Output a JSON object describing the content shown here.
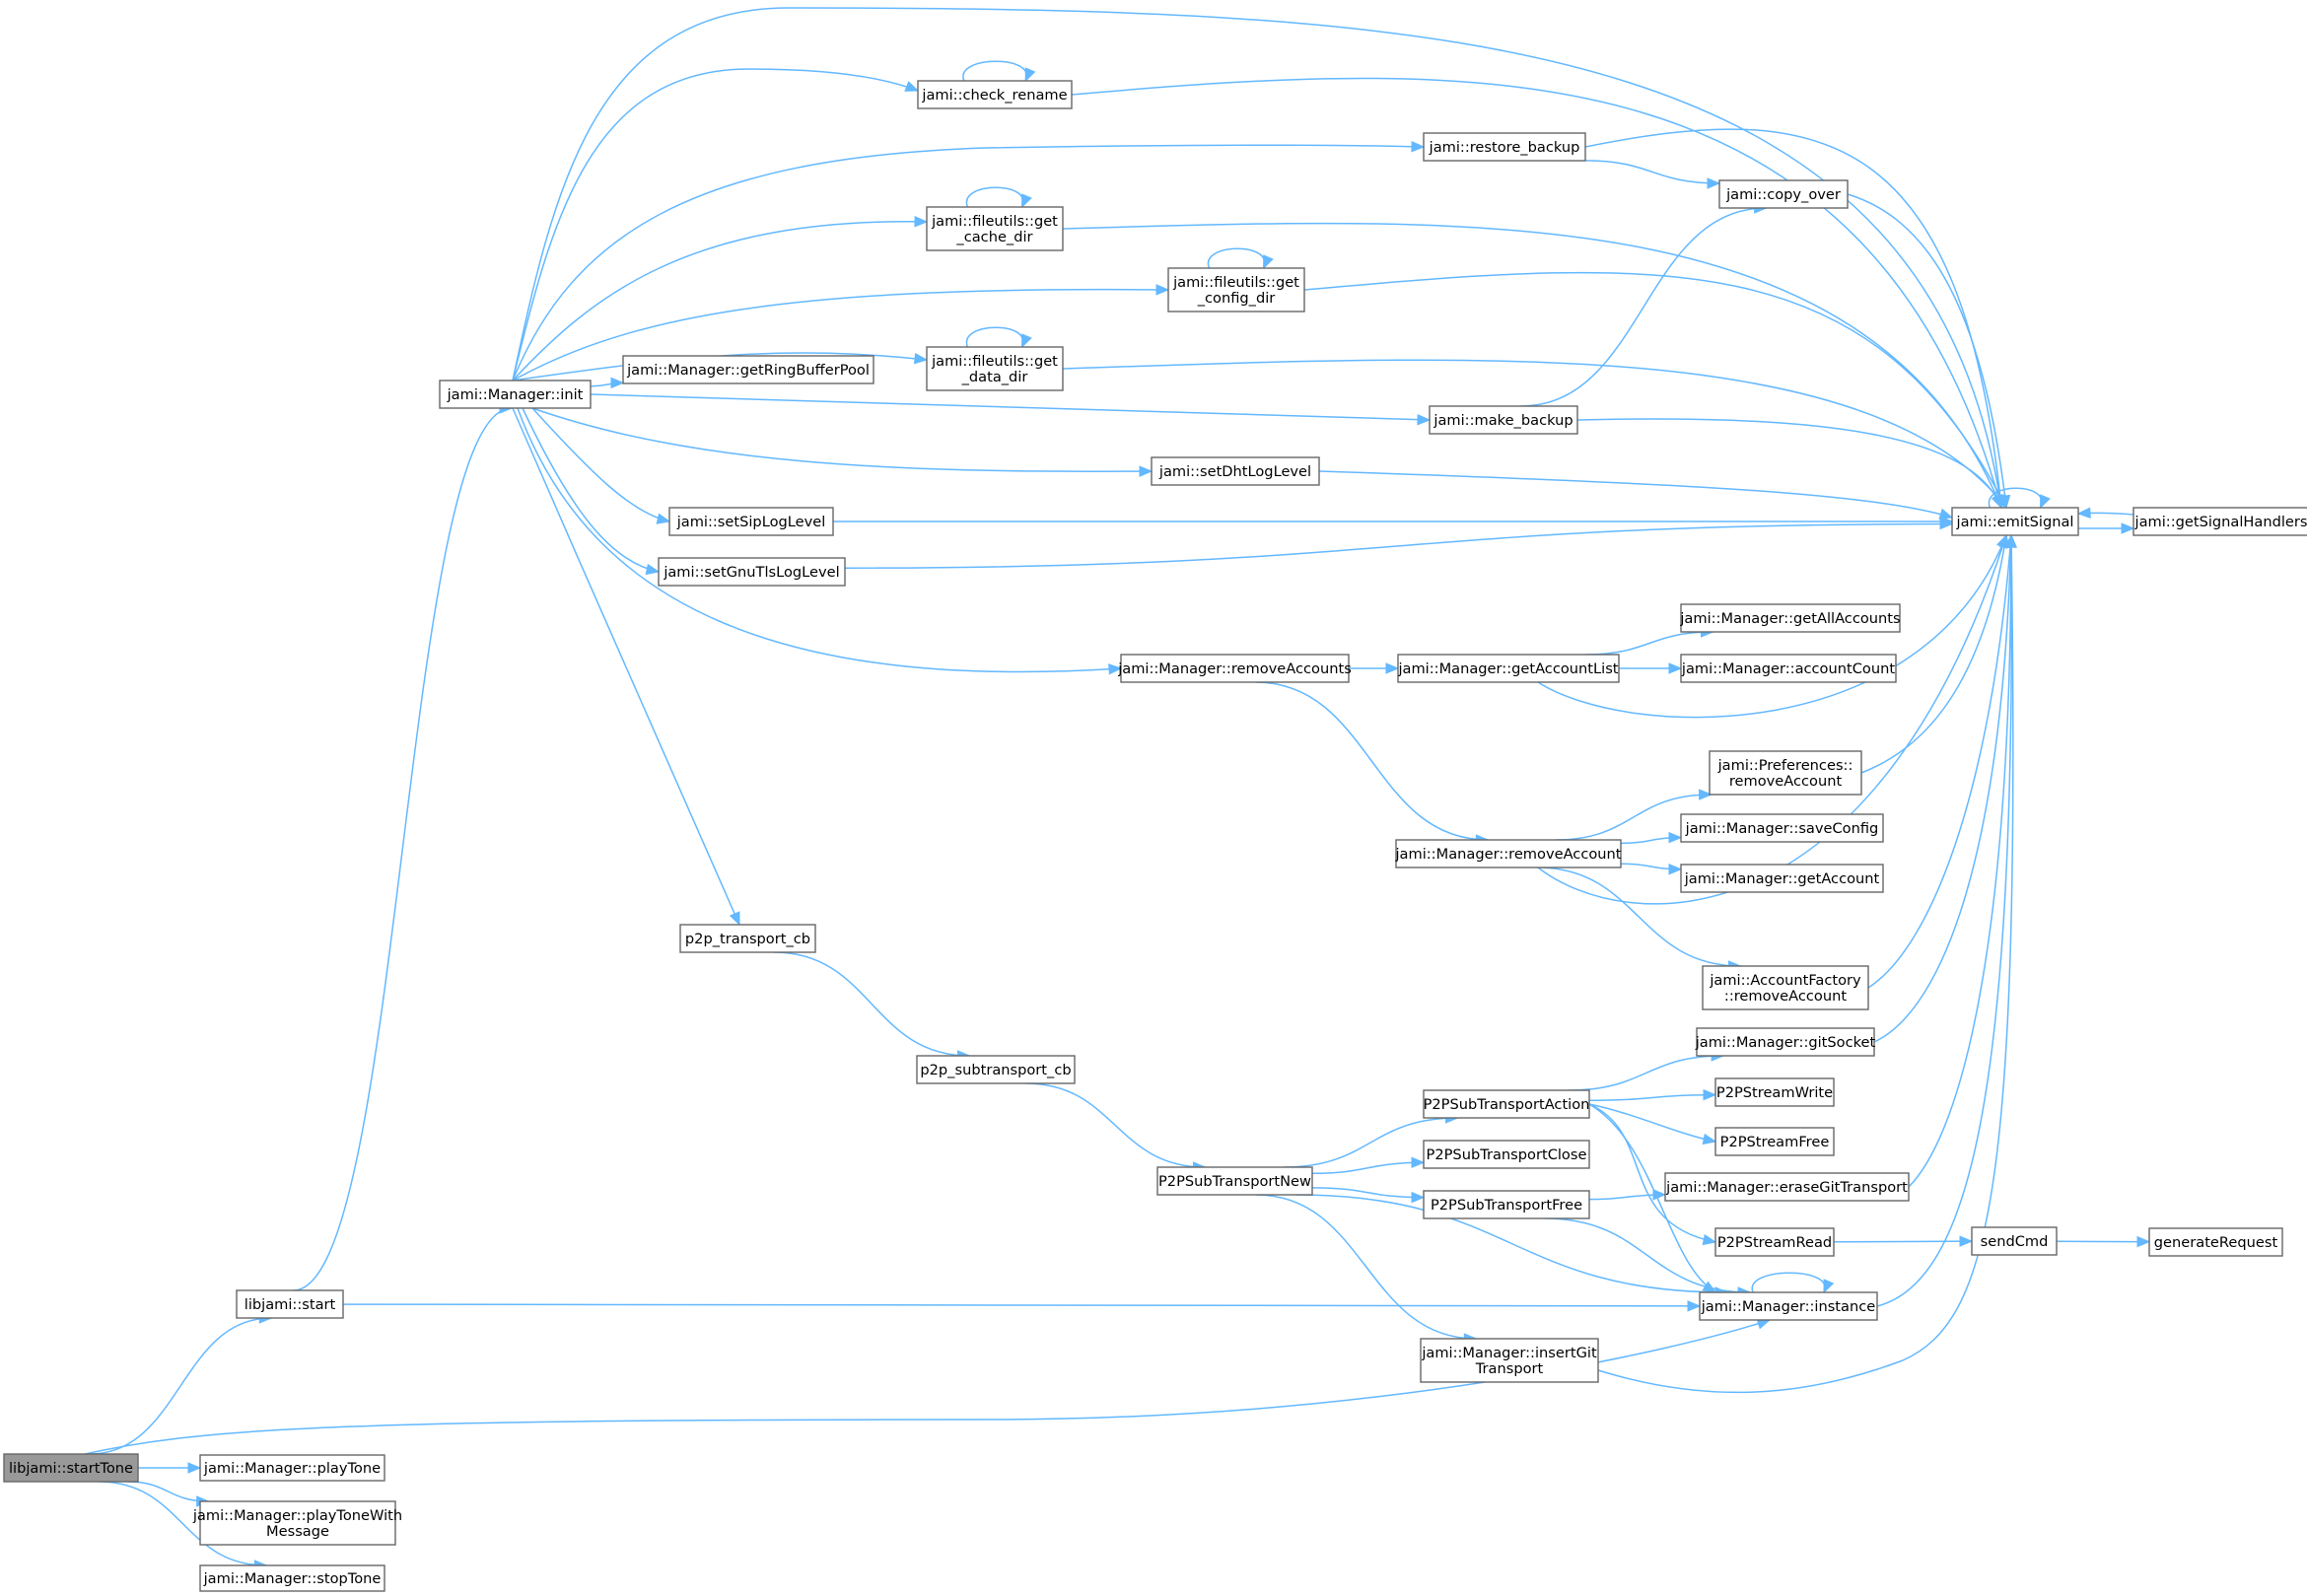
{
  "nodes": [
    {
      "id": "startTone",
      "lines": [
        "libjami::startTone"
      ],
      "root": true
    },
    {
      "id": "start",
      "lines": [
        "libjami::start"
      ]
    },
    {
      "id": "playTone",
      "lines": [
        "jami::Manager::playTone"
      ]
    },
    {
      "id": "playToneMsg",
      "lines": [
        "jami::Manager::playToneWith",
        "Message"
      ]
    },
    {
      "id": "stopTone",
      "lines": [
        "jami::Manager::stopTone"
      ]
    },
    {
      "id": "init",
      "lines": [
        "jami::Manager::init"
      ]
    },
    {
      "id": "check_rename",
      "lines": [
        "jami::check_rename"
      ]
    },
    {
      "id": "get_cache_dir",
      "lines": [
        "jami::fileutils::get",
        "_cache_dir"
      ]
    },
    {
      "id": "get_data_dir",
      "lines": [
        "jami::fileutils::get",
        "_data_dir"
      ]
    },
    {
      "id": "getRingBufferPool",
      "lines": [
        "jami::Manager::getRingBufferPool"
      ]
    },
    {
      "id": "setSipLogLevel",
      "lines": [
        "jami::setSipLogLevel"
      ]
    },
    {
      "id": "setGnuTlsLogLevel",
      "lines": [
        "jami::setGnuTlsLogLevel"
      ]
    },
    {
      "id": "p2p_transport_cb",
      "lines": [
        "p2p_transport_cb"
      ]
    },
    {
      "id": "p2p_subtransport_cb",
      "lines": [
        "p2p_subtransport_cb"
      ]
    },
    {
      "id": "get_config_dir",
      "lines": [
        "jami::fileutils::get",
        "_config_dir"
      ]
    },
    {
      "id": "setDhtLogLevel",
      "lines": [
        "jami::setDhtLogLevel"
      ]
    },
    {
      "id": "removeAccounts",
      "lines": [
        "jami::Manager::removeAccounts"
      ]
    },
    {
      "id": "P2PSubTransportNew",
      "lines": [
        "P2PSubTransportNew"
      ]
    },
    {
      "id": "restore_backup",
      "lines": [
        "jami::restore_backup"
      ]
    },
    {
      "id": "make_backup",
      "lines": [
        "jami::make_backup"
      ]
    },
    {
      "id": "getAccountList",
      "lines": [
        "jami::Manager::getAccountList"
      ]
    },
    {
      "id": "removeAccount",
      "lines": [
        "jami::Manager::removeAccount"
      ]
    },
    {
      "id": "P2PSubTransportAction",
      "lines": [
        "P2PSubTransportAction"
      ]
    },
    {
      "id": "P2PSubTransportClose",
      "lines": [
        "P2PSubTransportClose"
      ]
    },
    {
      "id": "P2PSubTransportFree",
      "lines": [
        "P2PSubTransportFree"
      ]
    },
    {
      "id": "insertGitTransport",
      "lines": [
        "jami::Manager::insertGit",
        "Transport"
      ]
    },
    {
      "id": "copy_over",
      "lines": [
        "jami::copy_over"
      ]
    },
    {
      "id": "getAllAccounts",
      "lines": [
        "jami::Manager::getAllAccounts"
      ]
    },
    {
      "id": "accountCount",
      "lines": [
        "jami::Manager::accountCount"
      ]
    },
    {
      "id": "prefRemoveAccount",
      "lines": [
        "jami::Preferences::",
        "removeAccount"
      ]
    },
    {
      "id": "saveConfig",
      "lines": [
        "jami::Manager::saveConfig"
      ]
    },
    {
      "id": "getAccount",
      "lines": [
        "jami::Manager::getAccount"
      ]
    },
    {
      "id": "factoryRemoveAccount",
      "lines": [
        "jami::AccountFactory",
        "::removeAccount"
      ]
    },
    {
      "id": "gitSocket",
      "lines": [
        "jami::Manager::gitSocket"
      ]
    },
    {
      "id": "P2PStreamWrite",
      "lines": [
        "P2PStreamWrite"
      ]
    },
    {
      "id": "P2PStreamFree",
      "lines": [
        "P2PStreamFree"
      ]
    },
    {
      "id": "eraseGitTransport",
      "lines": [
        "jami::Manager::eraseGitTransport"
      ]
    },
    {
      "id": "P2PStreamRead",
      "lines": [
        "P2PStreamRead"
      ]
    },
    {
      "id": "instance",
      "lines": [
        "jami::Manager::instance"
      ]
    },
    {
      "id": "emitSignal",
      "lines": [
        "jami::emitSignal"
      ]
    },
    {
      "id": "getSignalHandlers",
      "lines": [
        "jami::getSignalHandlers"
      ]
    },
    {
      "id": "sendCmd",
      "lines": [
        "sendCmd"
      ]
    },
    {
      "id": "generateRequest",
      "lines": [
        "generateRequest"
      ]
    }
  ],
  "edges": [
    [
      "startTone",
      "start"
    ],
    [
      "startTone",
      "instance"
    ],
    [
      "startTone",
      "playTone"
    ],
    [
      "startTone",
      "playToneMsg"
    ],
    [
      "startTone",
      "stopTone"
    ],
    [
      "start",
      "init"
    ],
    [
      "start",
      "instance"
    ],
    [
      "init",
      "emitSignal"
    ],
    [
      "init",
      "check_rename"
    ],
    [
      "init",
      "restore_backup"
    ],
    [
      "init",
      "get_cache_dir"
    ],
    [
      "init",
      "get_config_dir"
    ],
    [
      "init",
      "get_data_dir"
    ],
    [
      "init",
      "getRingBufferPool"
    ],
    [
      "init",
      "make_backup"
    ],
    [
      "init",
      "setDhtLogLevel"
    ],
    [
      "init",
      "setSipLogLevel"
    ],
    [
      "init",
      "setGnuTlsLogLevel"
    ],
    [
      "init",
      "removeAccounts"
    ],
    [
      "init",
      "p2p_transport_cb"
    ],
    [
      "check_rename",
      "check_rename"
    ],
    [
      "check_rename",
      "emitSignal"
    ],
    [
      "get_cache_dir",
      "get_cache_dir"
    ],
    [
      "get_cache_dir",
      "emitSignal"
    ],
    [
      "get_config_dir",
      "get_config_dir"
    ],
    [
      "get_config_dir",
      "emitSignal"
    ],
    [
      "get_data_dir",
      "get_data_dir"
    ],
    [
      "get_data_dir",
      "emitSignal"
    ],
    [
      "restore_backup",
      "emitSignal"
    ],
    [
      "restore_backup",
      "copy_over"
    ],
    [
      "copy_over",
      "emitSignal"
    ],
    [
      "make_backup",
      "copy_over"
    ],
    [
      "make_backup",
      "emitSignal"
    ],
    [
      "setDhtLogLevel",
      "emitSignal"
    ],
    [
      "setSipLogLevel",
      "emitSignal"
    ],
    [
      "setGnuTlsLogLevel",
      "emitSignal"
    ],
    [
      "emitSignal",
      "emitSignal"
    ],
    [
      "emitSignal",
      "getSignalHandlers"
    ],
    [
      "getSignalHandlers",
      "emitSignal"
    ],
    [
      "removeAccounts",
      "getAccountList"
    ],
    [
      "removeAccounts",
      "removeAccount"
    ],
    [
      "getAccountList",
      "getAllAccounts"
    ],
    [
      "getAccountList",
      "accountCount"
    ],
    [
      "getAccountList",
      "emitSignal"
    ],
    [
      "removeAccount",
      "prefRemoveAccount"
    ],
    [
      "removeAccount",
      "saveConfig"
    ],
    [
      "removeAccount",
      "getAccount"
    ],
    [
      "removeAccount",
      "factoryRemoveAccount"
    ],
    [
      "removeAccount",
      "emitSignal"
    ],
    [
      "prefRemoveAccount",
      "emitSignal"
    ],
    [
      "factoryRemoveAccount",
      "emitSignal"
    ],
    [
      "p2p_transport_cb",
      "p2p_subtransport_cb"
    ],
    [
      "p2p_subtransport_cb",
      "P2PSubTransportNew"
    ],
    [
      "P2PSubTransportNew",
      "P2PSubTransportAction"
    ],
    [
      "P2PSubTransportNew",
      "P2PSubTransportClose"
    ],
    [
      "P2PSubTransportNew",
      "P2PSubTransportFree"
    ],
    [
      "P2PSubTransportNew",
      "instance"
    ],
    [
      "P2PSubTransportNew",
      "insertGitTransport"
    ],
    [
      "P2PSubTransportAction",
      "gitSocket"
    ],
    [
      "P2PSubTransportAction",
      "P2PStreamWrite"
    ],
    [
      "P2PSubTransportAction",
      "P2PStreamFree"
    ],
    [
      "P2PSubTransportAction",
      "P2PStreamRead"
    ],
    [
      "P2PSubTransportAction",
      "instance"
    ],
    [
      "P2PSubTransportFree",
      "eraseGitTransport"
    ],
    [
      "P2PSubTransportFree",
      "instance"
    ],
    [
      "gitSocket",
      "emitSignal"
    ],
    [
      "eraseGitTransport",
      "emitSignal"
    ],
    [
      "P2PStreamRead",
      "sendCmd"
    ],
    [
      "sendCmd",
      "generateRequest"
    ],
    [
      "instance",
      "instance"
    ],
    [
      "instance",
      "emitSignal"
    ],
    [
      "insertGitTransport",
      "emitSignal"
    ]
  ]
}
